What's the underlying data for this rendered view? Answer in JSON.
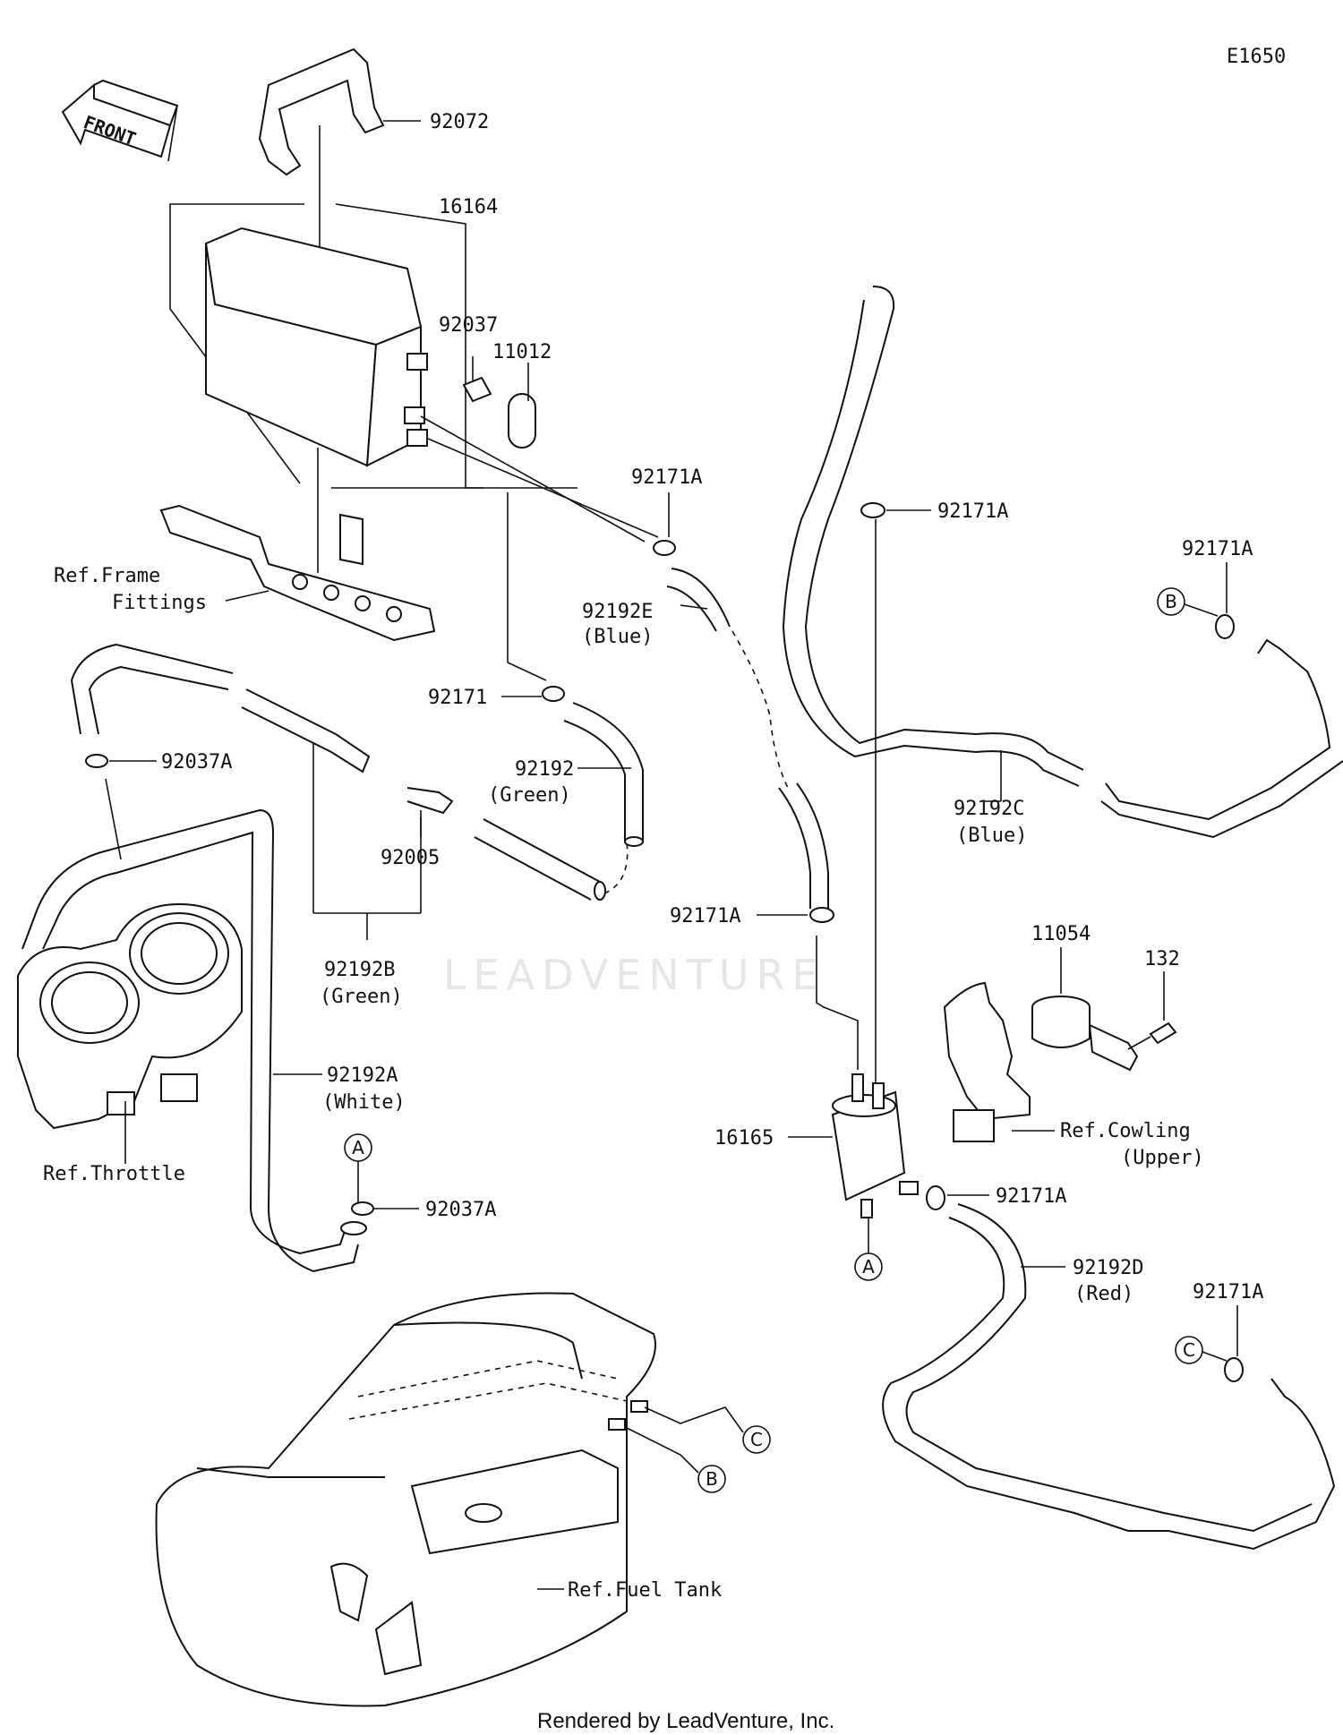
{
  "diagram_code": "E1650",
  "front_label": "FRONT",
  "watermark": "LEADVENTURE",
  "footer": "Rendered by LeadVenture, Inc.",
  "labels": {
    "p92072": "92072",
    "p16164": "16164",
    "p92037": "92037",
    "p11012": "11012",
    "p92171A_top": "92171A",
    "p92171A_mid": "92171A",
    "p92171A_right": "92171A",
    "p92171A_lower": "92171A",
    "p92171A_filter": "92171A",
    "p92171A_bottom": "92171A",
    "ref_frame_1": "Ref.Frame",
    "ref_frame_2": "Fittings",
    "p92192E": "92192E",
    "p92192E_color": "(Blue)",
    "p92037A_top": "92037A",
    "p92171": "92171",
    "p92192": "92192",
    "p92192_color": "(Green)",
    "p92192C": "92192C",
    "p92192C_color": "(Blue)",
    "p92005": "92005",
    "p92192B": "92192B",
    "p92192B_color": "(Green)",
    "p11054": "11054",
    "p132": "132",
    "p92192A": "92192A",
    "p92192A_color": "(White)",
    "ref_throttle": "Ref.Throttle",
    "p16165": "16165",
    "ref_cowling_1": "Ref.Cowling",
    "ref_cowling_2": "(Upper)",
    "p92037A_bottom": "92037A",
    "p92192D": "92192D",
    "p92192D_color": "(Red)",
    "ref_fuel_tank": "Ref.Fuel Tank"
  },
  "callouts": {
    "A1": "A",
    "A2": "A",
    "B1": "B",
    "B2": "B",
    "C1": "C",
    "C2": "C"
  }
}
